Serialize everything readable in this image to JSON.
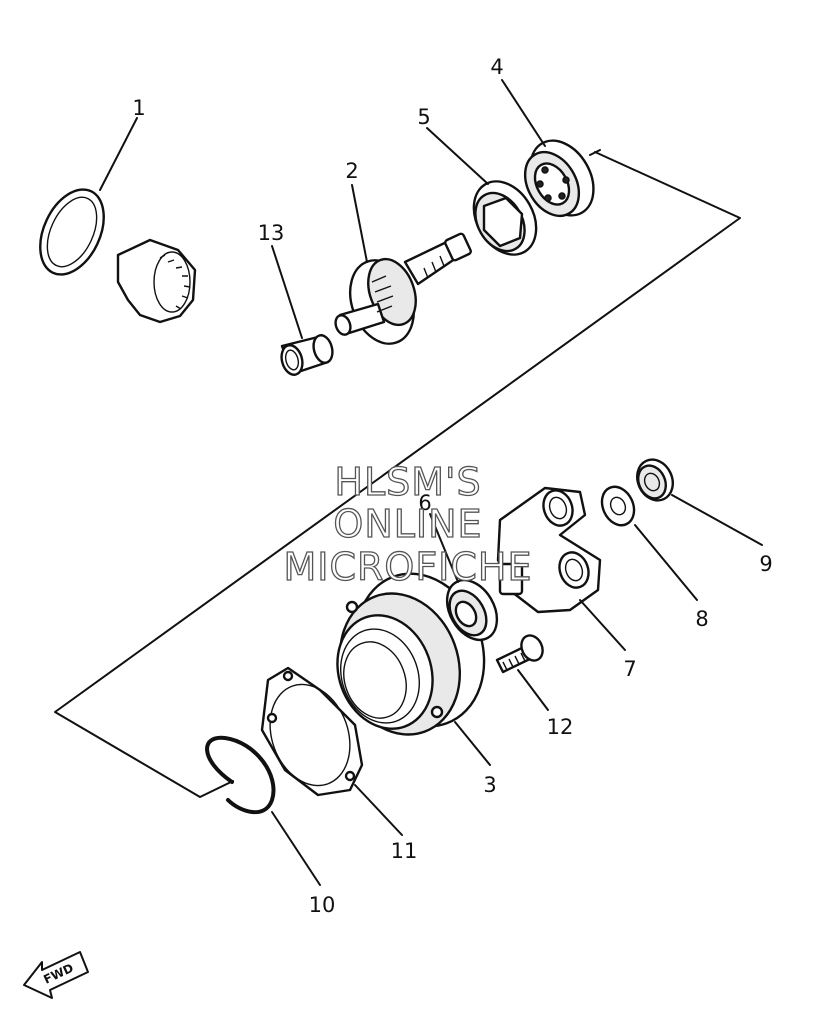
{
  "parts": [
    {
      "id": "p1",
      "label": "1"
    },
    {
      "id": "p2",
      "label": "2"
    },
    {
      "id": "p3",
      "label": "3"
    },
    {
      "id": "p4",
      "label": "4"
    },
    {
      "id": "p5",
      "label": "5"
    },
    {
      "id": "p6",
      "label": "6"
    },
    {
      "id": "p7",
      "label": "7"
    },
    {
      "id": "p8",
      "label": "8"
    },
    {
      "id": "p9",
      "label": "9"
    },
    {
      "id": "p10",
      "label": "10"
    },
    {
      "id": "p11",
      "label": "11"
    },
    {
      "id": "p12",
      "label": "12"
    },
    {
      "id": "p13",
      "label": "13"
    }
  ],
  "watermark": {
    "line1": "HLSM'S",
    "line2": "ONLINE",
    "line3": "MICROFICHE"
  },
  "direction_badge": {
    "label": "FWD",
    "icon": "fwd-arrow-icon"
  },
  "colors": {
    "ink": "#111111",
    "background": "#ffffff"
  }
}
